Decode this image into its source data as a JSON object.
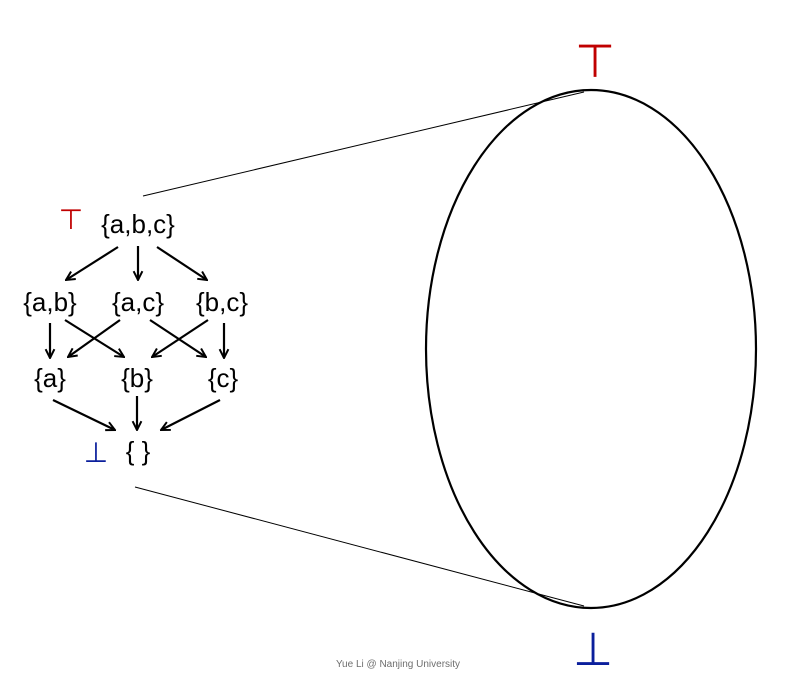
{
  "lattice": {
    "top_symbol": "⊤",
    "bottom_symbol": "⊥",
    "nodes": {
      "abc": "{a,b,c}",
      "ab": "{a,b}",
      "ac": "{a,c}",
      "bc": "{b,c}",
      "a": "{a}",
      "b": "{b}",
      "c": "{c}",
      "empty": "{ }"
    }
  },
  "big_lattice": {
    "top_symbol": "⊤",
    "bottom_symbol": "⊥"
  },
  "footer": {
    "credit": "Yue Li @ Nanjing University"
  },
  "colors": {
    "top": "#c00000",
    "bottom": "#0b1f9c",
    "ink": "#000000"
  }
}
